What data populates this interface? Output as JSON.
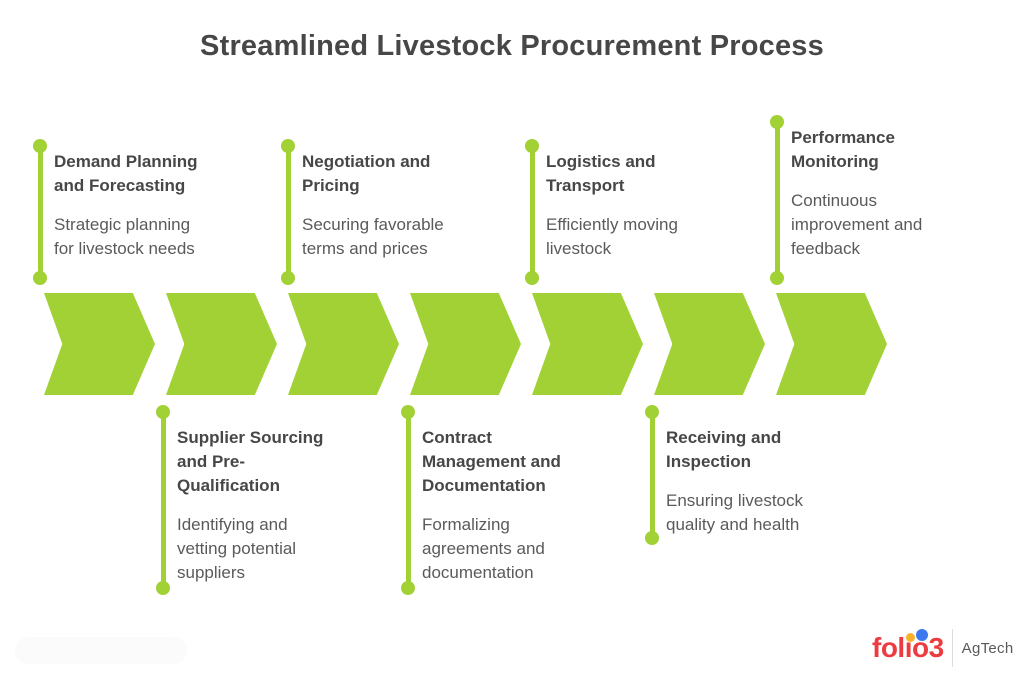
{
  "title": "Streamlined Livestock Procurement Process",
  "colors": {
    "accent_green": "#A1D135",
    "heading_text": "#474747",
    "body_text": "#5A5A5A",
    "logo_red": "#ED3C41",
    "logo_dot_yellow": "#F9B32B",
    "logo_dot_blue": "#3D79EC",
    "logo_suffix_gray": "#58595B"
  },
  "arrows": {
    "count": 7,
    "direction": "right"
  },
  "steps": [
    {
      "order": 1,
      "position": "top",
      "heading": "Demand Planning and Forecasting",
      "description": "Strategic planning for livestock needs"
    },
    {
      "order": 2,
      "position": "bottom",
      "heading": "Supplier Sourcing and Pre-Qualification",
      "description": "Identifying and vetting potential suppliers"
    },
    {
      "order": 3,
      "position": "top",
      "heading": "Negotiation and Pricing",
      "description": "Securing favorable terms and prices"
    },
    {
      "order": 4,
      "position": "bottom",
      "heading": "Contract Management and Documentation",
      "description": "Formalizing agreements and documentation"
    },
    {
      "order": 5,
      "position": "top",
      "heading": "Logistics and Transport",
      "description": "Efficiently moving livestock"
    },
    {
      "order": 6,
      "position": "bottom",
      "heading": "Receiving and Inspection",
      "description": "Ensuring livestock quality and health"
    },
    {
      "order": 7,
      "position": "top",
      "heading": "Performance Monitoring",
      "description": "Continuous improvement and feedback"
    }
  ],
  "brand": {
    "logo_text": "folio3",
    "suffix": "AgTech"
  }
}
